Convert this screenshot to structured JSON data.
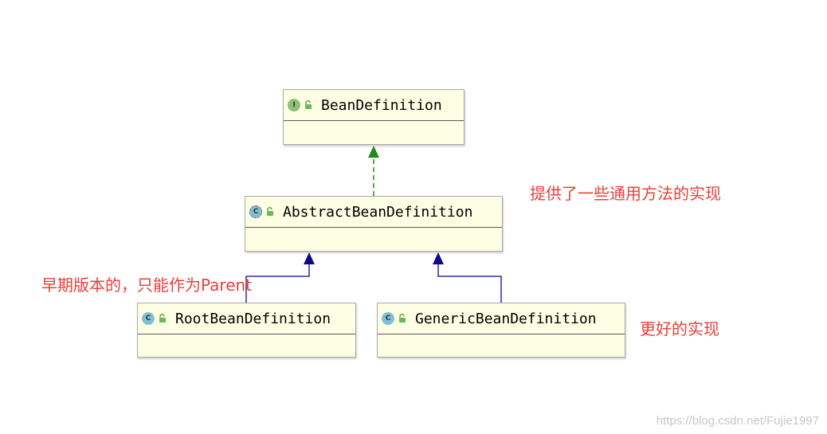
{
  "classes": {
    "bean_definition": {
      "name": "BeanDefinition",
      "kind": "I"
    },
    "abstract_bean_definition": {
      "name": "AbstractBeanDefinition",
      "kind": "C"
    },
    "root_bean_definition": {
      "name": "RootBeanDefinition",
      "kind": "C"
    },
    "generic_bean_definition": {
      "name": "GenericBeanDefinition",
      "kind": "C"
    }
  },
  "notes": {
    "abstract_note": "提供了一些通用方法的实现",
    "root_note": "早期版本的，只能作为Parent",
    "generic_note": "更好的实现"
  },
  "relations": [
    {
      "from": "AbstractBeanDefinition",
      "to": "BeanDefinition",
      "type": "implements"
    },
    {
      "from": "RootBeanDefinition",
      "to": "AbstractBeanDefinition",
      "type": "extends"
    },
    {
      "from": "GenericBeanDefinition",
      "to": "AbstractBeanDefinition",
      "type": "extends"
    }
  ],
  "colors": {
    "implements_edge": "#1e8c1e",
    "extends_edge": "#0a0a8c",
    "note_text": "#e8403a",
    "box_fill": "#fefee4"
  },
  "watermark": "https://blog.csdn.net/Fujie1997"
}
